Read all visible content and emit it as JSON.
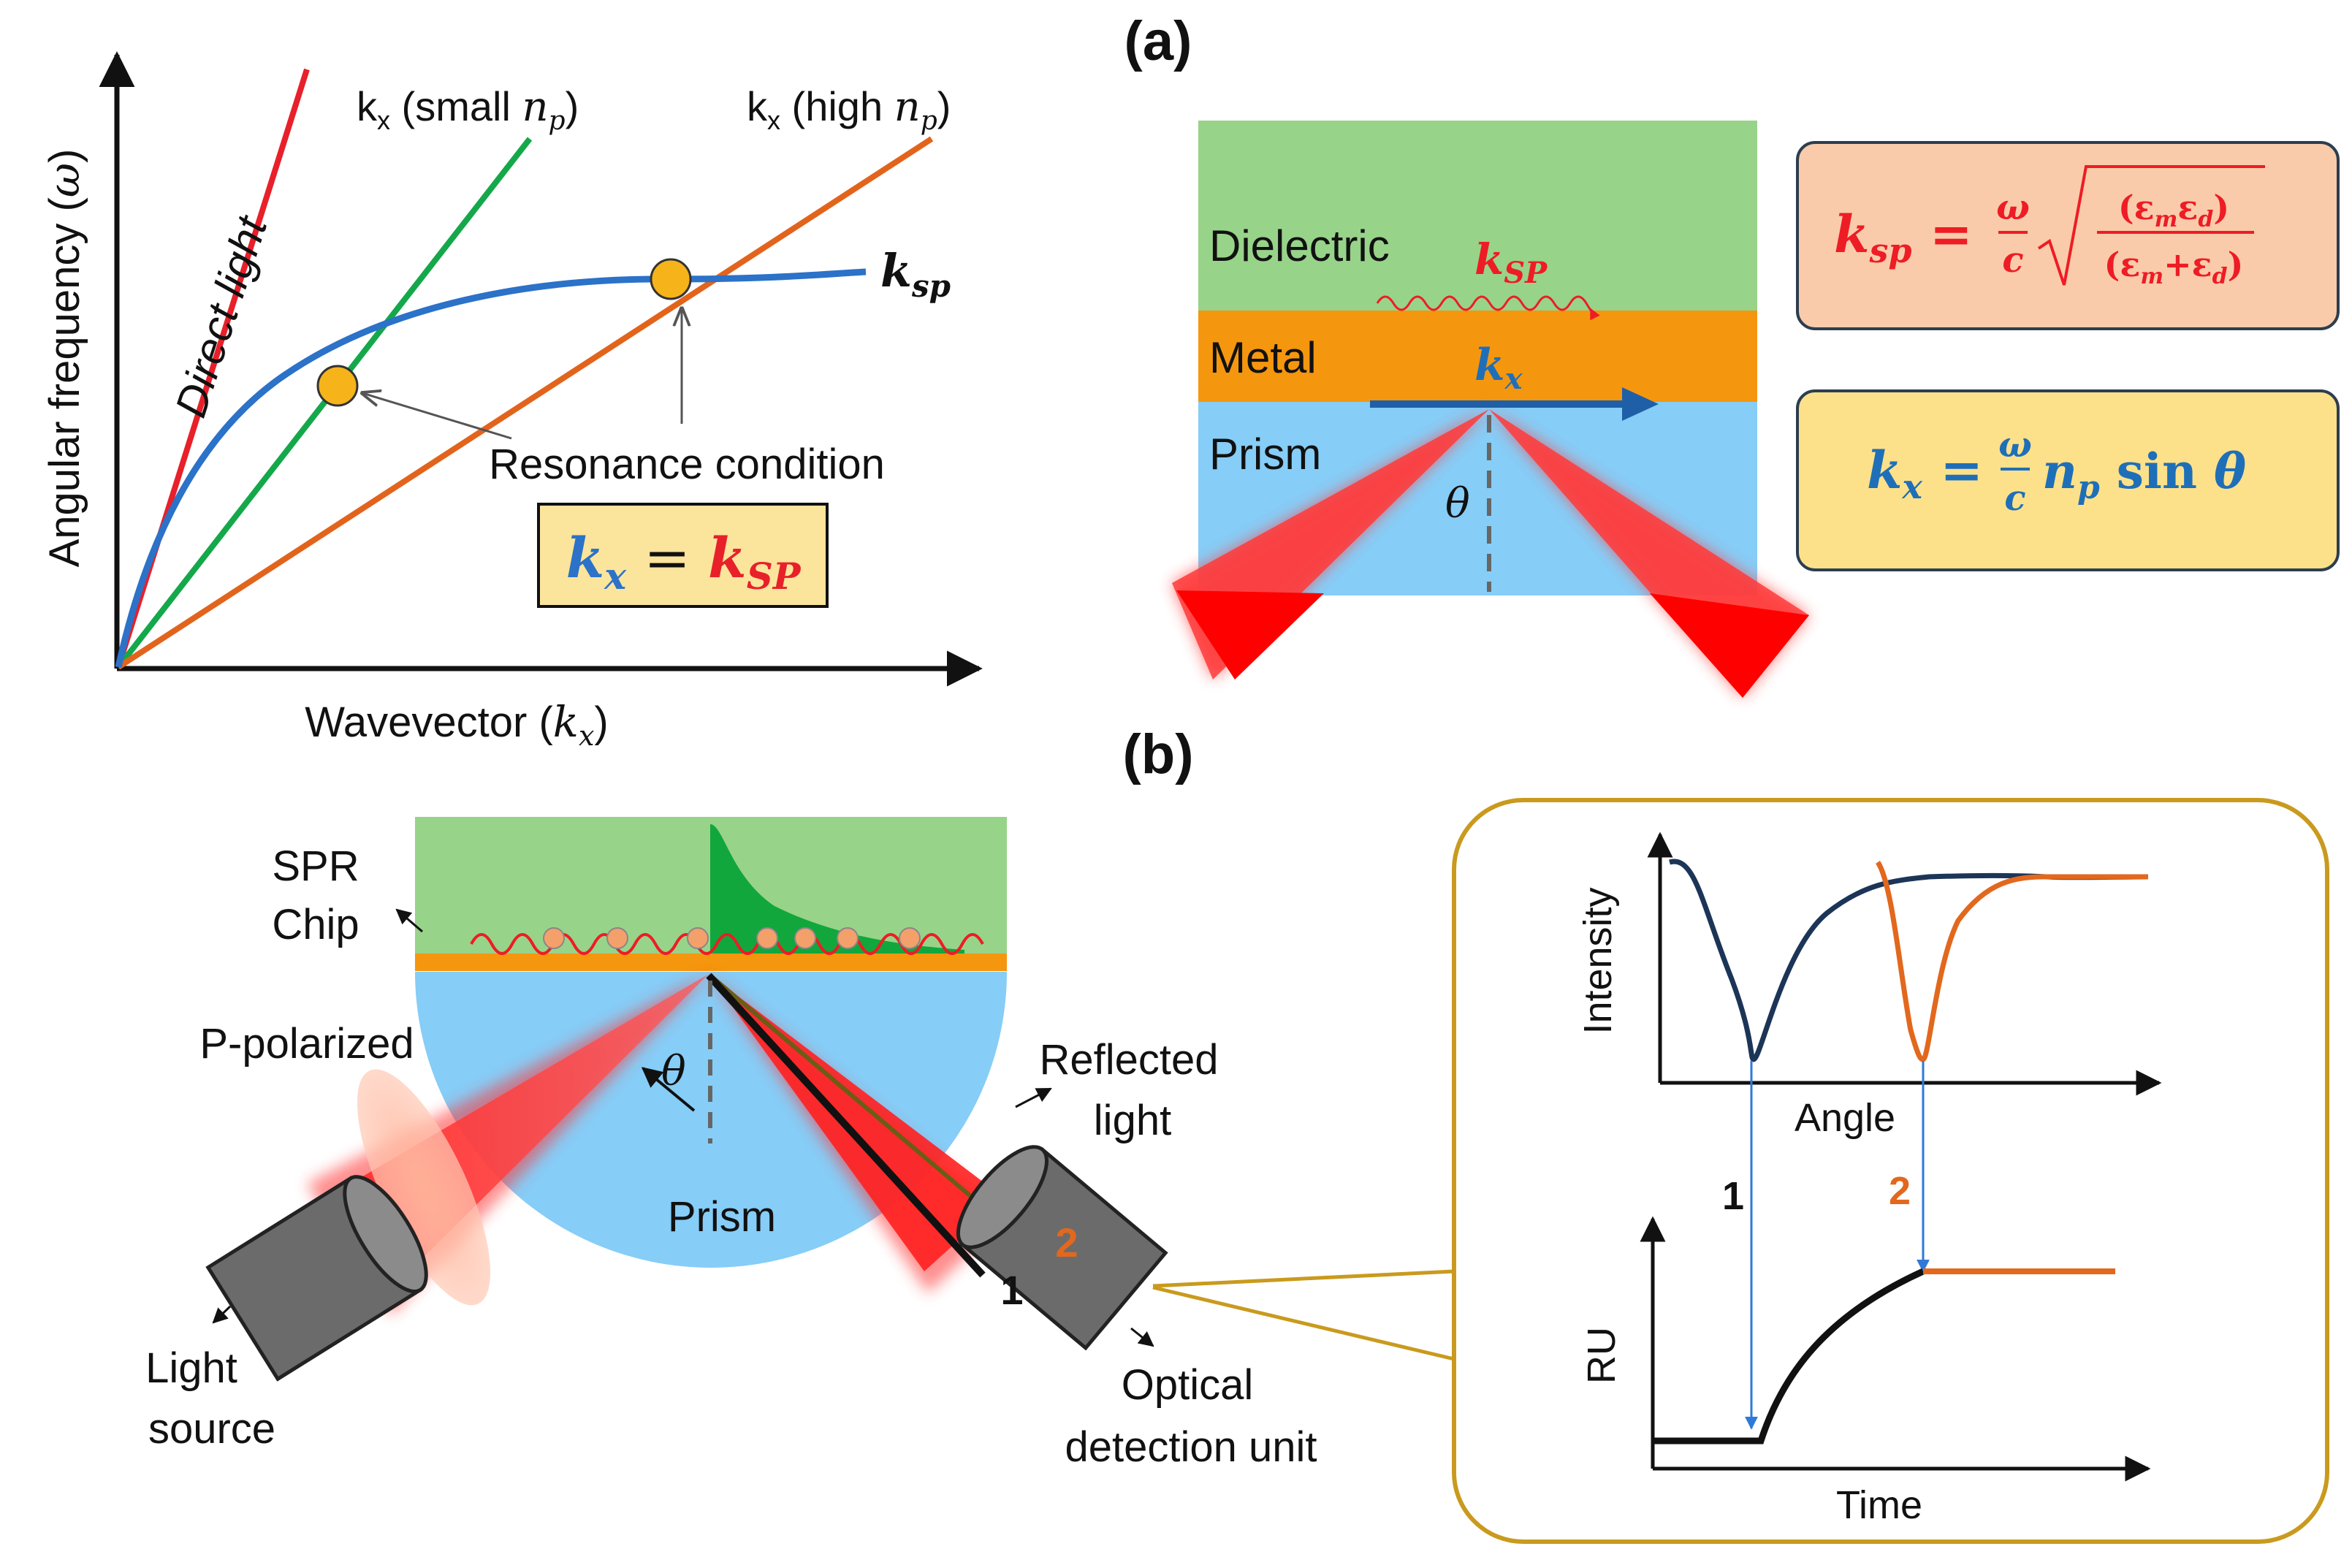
{
  "panel_labels": {
    "a": "(a)",
    "b": "(b)"
  },
  "dispersion_plot": {
    "y_axis_label": "Angular frequency (",
    "y_axis_symbol": "ω",
    "x_axis_label": "Wavevector (",
    "x_axis_symbol": "k",
    "x_axis_sub": "x",
    "close_paren": ")",
    "direct_light": "Direct light",
    "kx_small_prefix": "k",
    "kx_small_sub": "x",
    "kx_small_text": " (small ",
    "kx_high_text": " (high ",
    "n_symbol": "n",
    "p_sub": "p",
    "ksp_k": "k",
    "ksp_sub": "sp",
    "resonance_condition": "Resonance condition",
    "eq_lhs_k": "k",
    "eq_lhs_sub": "x",
    "eq_equals": " = ",
    "eq_rhs_k": "k",
    "eq_rhs_sub": "SP",
    "colors": {
      "direct": "#e8202a",
      "small_np": "#14a84a",
      "high_np": "#e2641c",
      "ksp": "#2b72c8",
      "marker": "#f6b41a"
    }
  },
  "panel_a": {
    "dielectric": "Dielectric",
    "metal": "Metal",
    "prism": "Prism",
    "ksp_k": "k",
    "ksp_sub": "SP",
    "kx_k": "k",
    "kx_sub": "x",
    "theta": "θ",
    "formula_ksp": {
      "lhs_k": "k",
      "lhs_sub": "sp",
      "eq": " = ",
      "frac_num": "ω",
      "frac_den": "c",
      "num": "(ε",
      "num_m": "m",
      "num_e": "ε",
      "num_d": "d",
      "num_close": ")",
      "den": "(ε",
      "den_m": "m",
      "den_plus": "+ε",
      "den_d": "d",
      "den_close": ")"
    },
    "formula_kx": {
      "lhs_k": "k",
      "lhs_sub": "x",
      "eq": " = ",
      "frac_num": "ω",
      "frac_den": "c",
      "n": "n",
      "n_sub": "p",
      "sin": " sin ",
      "theta": "θ"
    },
    "colors": {
      "dielectric": "#98d38a",
      "metal": "#f5960f",
      "prism": "#86cdf7",
      "box1": "#f9cbaa",
      "box2": "#fce18a",
      "red": "#ee1c25",
      "blue": "#1f6fb8"
    }
  },
  "panel_b": {
    "spr_chip": [
      "SPR",
      "Chip"
    ],
    "p_polarized": "P-polarized",
    "reflected_light": [
      "Reflected",
      "light"
    ],
    "prism": "Prism",
    "theta": "θ",
    "light_source": [
      "Light",
      "source"
    ],
    "optical_detection": [
      "Optical",
      "detection unit"
    ],
    "beam_1": "1",
    "beam_2": "2",
    "inset": {
      "intensity": "Intensity",
      "angle": "Angle",
      "ru": "RU",
      "time": "Time",
      "label_1": "1",
      "label_2": "2"
    },
    "colors": {
      "frame": "#c99a1e",
      "curve1": "#1c3557",
      "curve2": "#e2681d",
      "arrow": "#2f7ad8"
    }
  }
}
